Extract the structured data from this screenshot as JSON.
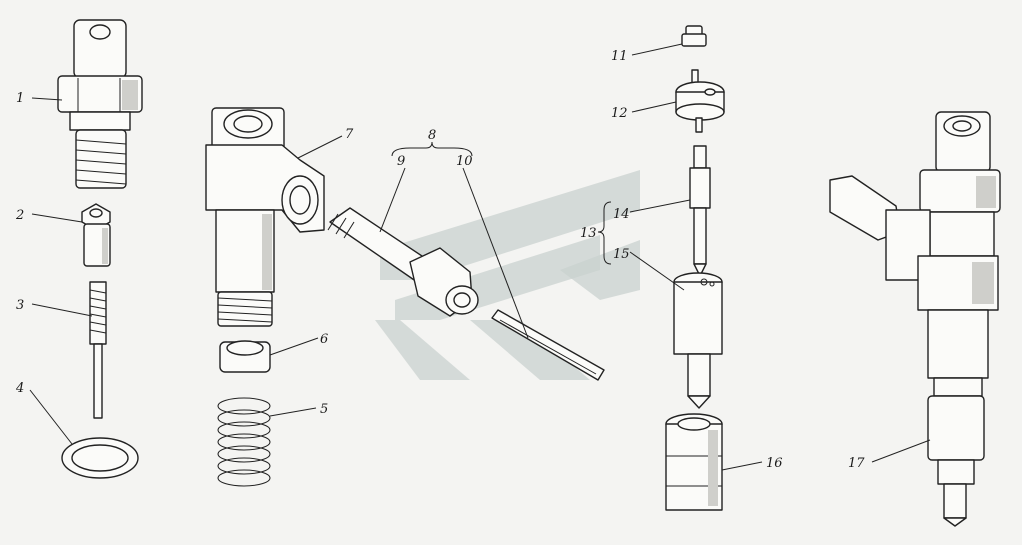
{
  "labels": {
    "p1": "1",
    "p2": "2",
    "p3": "3",
    "p4": "4",
    "p5": "5",
    "p6": "6",
    "p7": "7",
    "p8": "8",
    "p9": "9",
    "p10": "10",
    "p11": "11",
    "p12": "12",
    "p13": "13",
    "p14": "14",
    "p15": "15",
    "p16": "16",
    "p17": "17"
  },
  "colors": {
    "ink": "#222222",
    "paper": "#f4f4f2",
    "watermark": "#c9d1cf"
  }
}
